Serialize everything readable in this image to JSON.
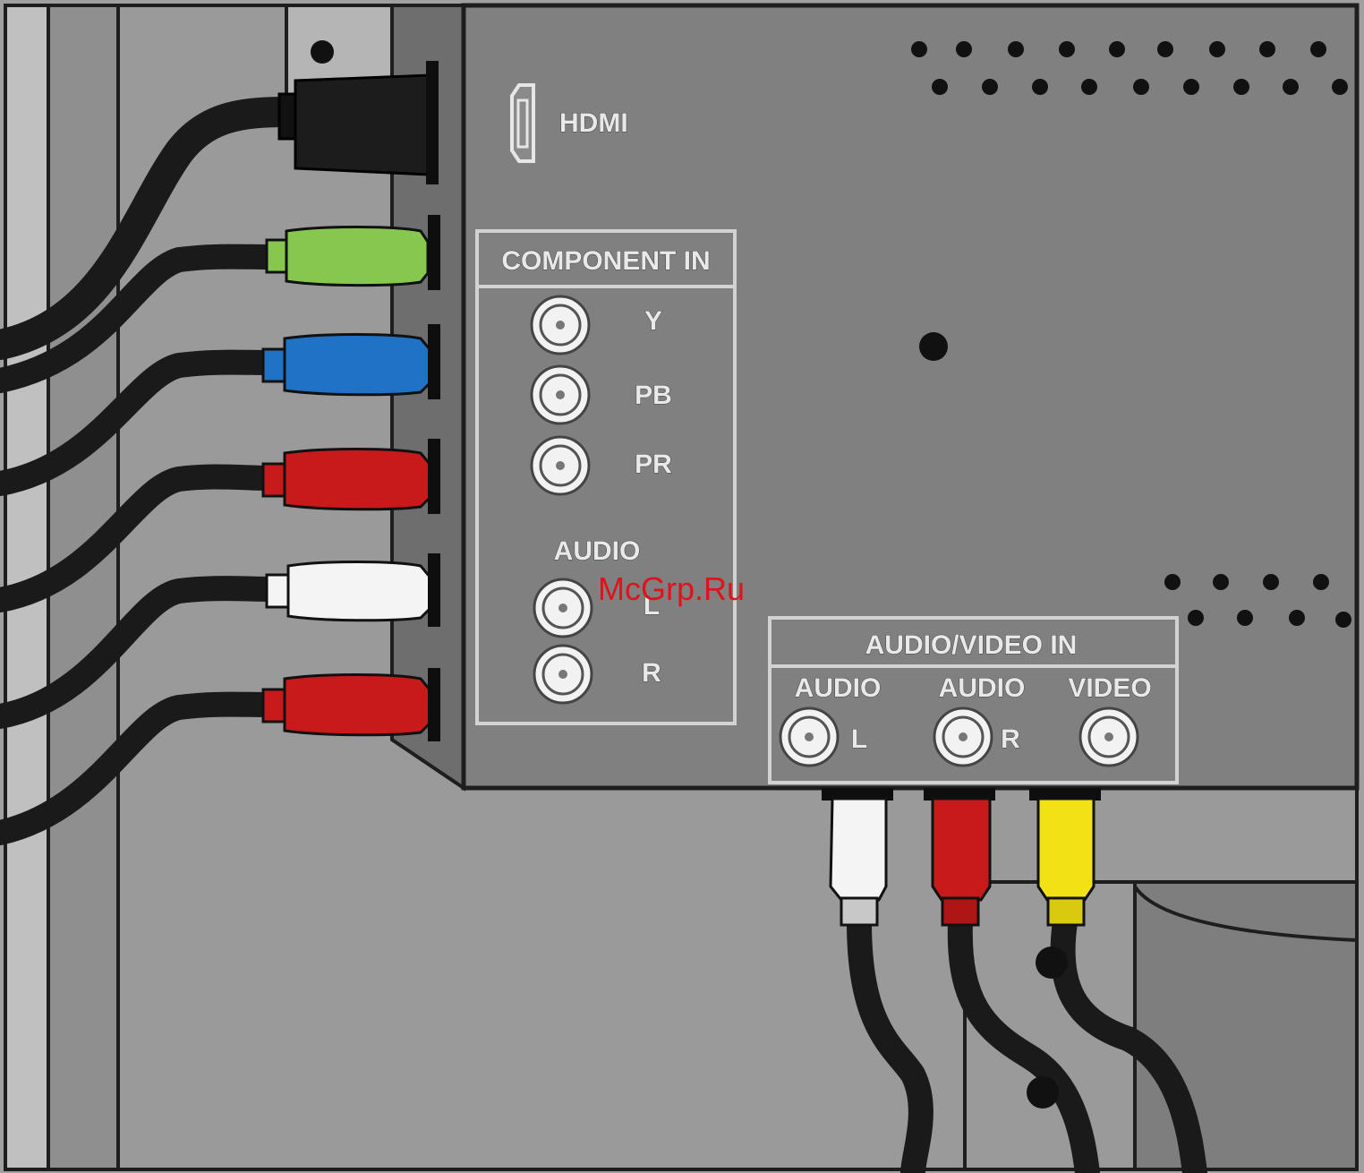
{
  "panel": {
    "hdmi_label": "HDMI",
    "component": {
      "title": "COMPONENT IN",
      "jacks": [
        "Y",
        "PB",
        "PR"
      ],
      "audio_title": "AUDIO",
      "audio_jacks": [
        "L",
        "R"
      ]
    },
    "av": {
      "title": "AUDIO/VIDEO IN",
      "cols": [
        {
          "label": "AUDIO",
          "side": "L"
        },
        {
          "label": "AUDIO",
          "side": "R"
        },
        {
          "label": "VIDEO",
          "side": ""
        }
      ]
    }
  },
  "watermark": "McGrp.Ru",
  "colors": {
    "panel": "#818181",
    "wall": "#9b9b9b",
    "outline": "#1e1e1e",
    "hdmi_plug": "#1c1c1c",
    "green_plug": "#86c84e",
    "blue_plug": "#1f72c6",
    "red_plug": "#c81a1a",
    "white_plug": "#f4f4f4",
    "yellow_plug": "#f2e114"
  }
}
